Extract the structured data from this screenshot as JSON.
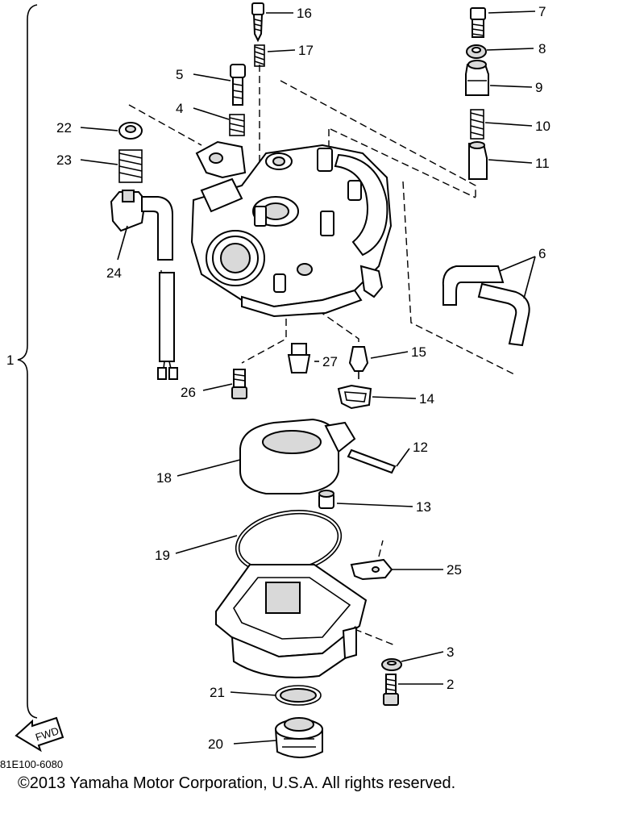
{
  "diagram": {
    "assembly_label": "1",
    "callouts": {
      "p2": "2",
      "p3": "3",
      "p4": "4",
      "p5": "5",
      "p6": "6",
      "p7": "7",
      "p8": "8",
      "p9": "9",
      "p10": "10",
      "p11": "11",
      "p12": "12",
      "p13": "13",
      "p14": "14",
      "p15": "15",
      "p16": "16",
      "p17": "17",
      "p18": "18",
      "p19": "19",
      "p20": "20",
      "p21": "21",
      "p22": "22",
      "p23": "23",
      "p24": "24",
      "p25": "25",
      "p26": "26",
      "p27": "27"
    },
    "front_arrow_label": "FWD",
    "drawing_code": "81E100-6080"
  },
  "footer": {
    "copyright": "©2013 Yamaha Motor Corporation, U.S.A. All rights reserved."
  }
}
